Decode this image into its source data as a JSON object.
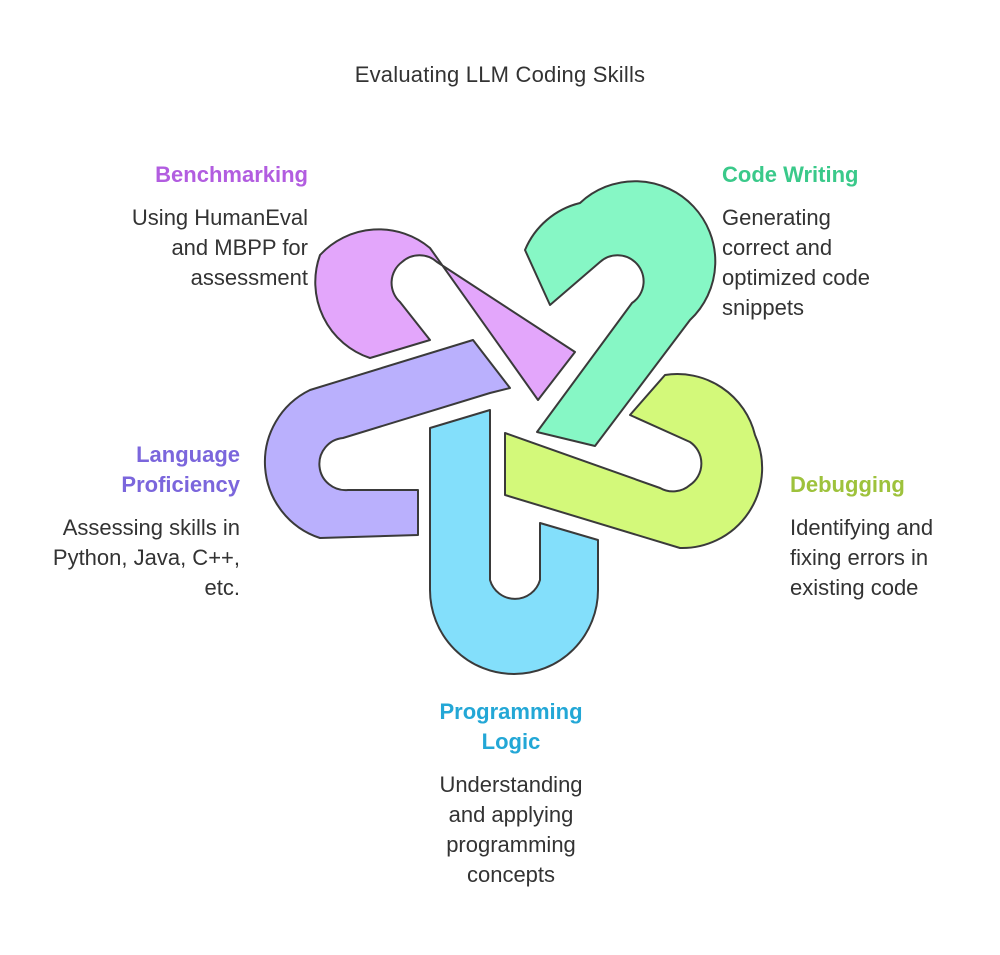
{
  "title": "Evaluating LLM Coding Skills",
  "colors": {
    "benchmarking": "#e3a6fb",
    "code_writing": "#86f7c5",
    "debugging": "#d3f97a",
    "language": "#bab0fd",
    "programming": "#83dffb",
    "benchmarking_text": "#b25de0",
    "code_writing_text": "#3ac98a",
    "debugging_text": "#9ec23c",
    "language_text": "#7b66dc",
    "programming_text": "#23a7d6",
    "outline": "#3a3a3a",
    "body_text": "#333333"
  },
  "items": {
    "benchmarking": {
      "heading": "Benchmarking",
      "description": "Using HumanEval\nand MBPP for\nassessment"
    },
    "code_writing": {
      "heading": "Code Writing",
      "description": "Generating\ncorrect and\noptimized code\nsnippets"
    },
    "debugging": {
      "heading": "Debugging",
      "description": "Identifying and\nfixing errors in\nexisting code"
    },
    "language": {
      "heading": "Language\nProficiency",
      "description": "Assessing skills in\nPython, Java, C++,\netc."
    },
    "programming": {
      "heading": "Programming\nLogic",
      "description": "Understanding\nand applying\nprogramming\nconcepts"
    }
  }
}
